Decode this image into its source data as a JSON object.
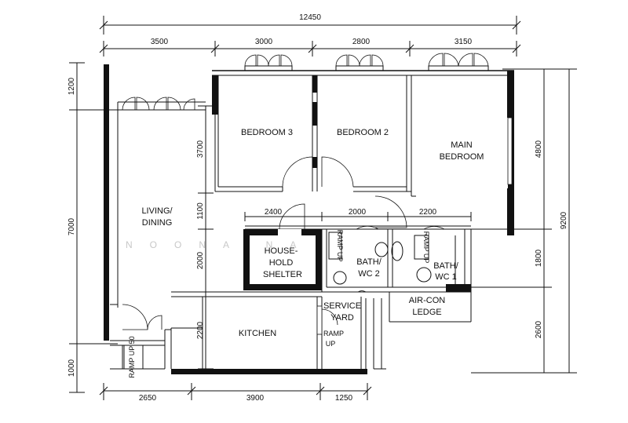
{
  "dimensions": {
    "overall_top": "12450",
    "top": [
      "3500",
      "3000",
      "2800",
      "3150"
    ],
    "left": [
      "1200",
      "7000",
      "1000"
    ],
    "inner_left": [
      "3700",
      "1100",
      "2000",
      "2200"
    ],
    "right_inner": [
      "4800",
      "1800",
      "2600"
    ],
    "right_outer": "9200",
    "corridor": [
      "2400",
      "2000",
      "2200"
    ],
    "bottom": [
      "2650",
      "3900",
      "1250"
    ]
  },
  "rooms": {
    "bedroom3": "BEDROOM 3",
    "bedroom2": "BEDROOM 2",
    "main_bedroom": [
      "MAIN",
      "BEDROOM"
    ],
    "living_dining": [
      "LIVING/",
      "DINING"
    ],
    "household_shelter": [
      "HOUSE-",
      "HOLD",
      "SHELTER"
    ],
    "bath2": [
      "BATH/",
      "WC 2"
    ],
    "bath1": [
      "BATH/",
      "WC 1"
    ],
    "service_yard": [
      "SERVICE",
      "YARD"
    ],
    "kitchen": "KITCHEN",
    "aircon_ledge": [
      "AIR-CON",
      "LEDGE"
    ]
  },
  "ramps": {
    "ramp_bath2": "RAMP UP",
    "ramp_bath1": "RAMP UP",
    "ramp_yard": [
      "RAMP",
      "UP"
    ],
    "ramp_entry": "RAMP UP 50"
  },
  "watermark": "NOONA NA"
}
